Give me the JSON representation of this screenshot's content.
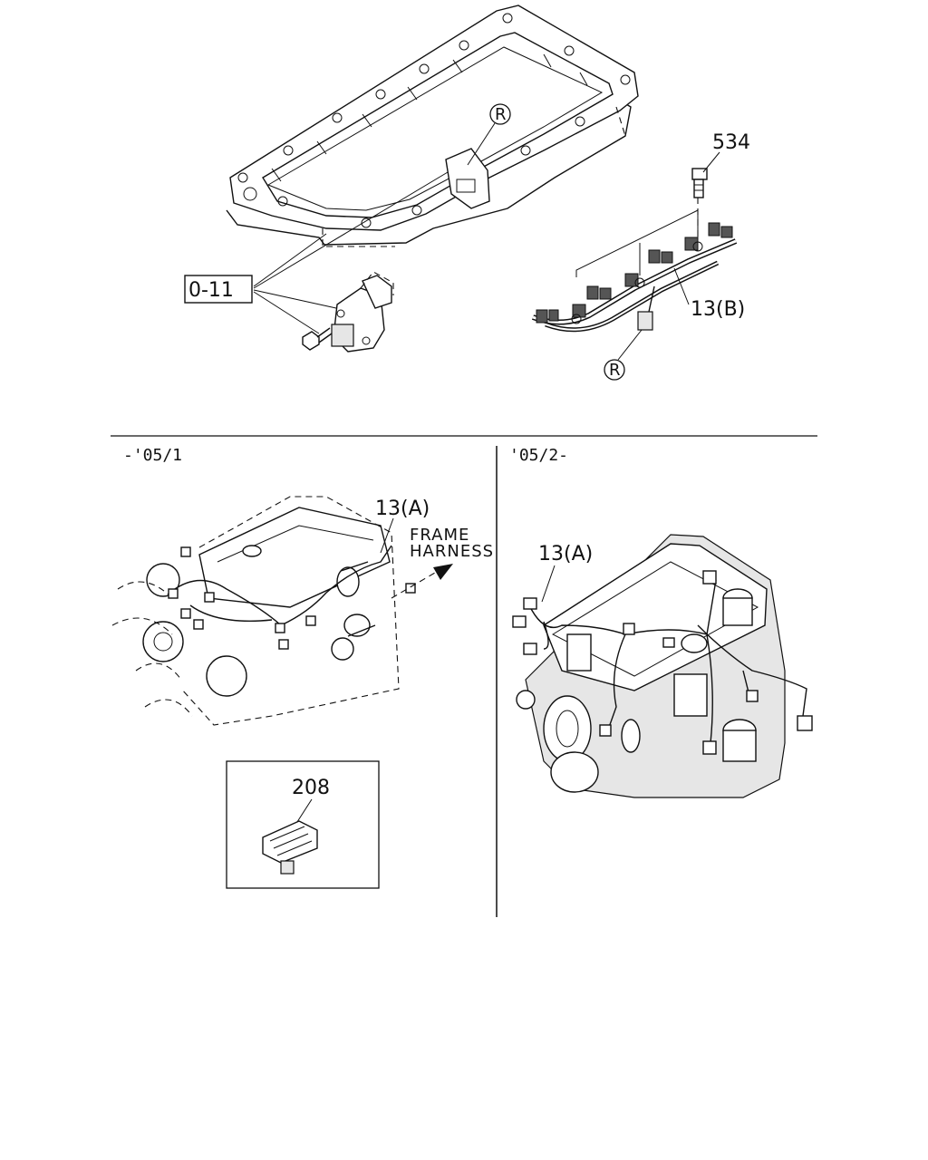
{
  "labels": {
    "part_0_11": "0-11",
    "ref_r_top": "R",
    "ref_r_harness": "R",
    "part_534": "534",
    "part_13b": "13(B)",
    "section_left_header": "-'05/1",
    "section_right_header": "'05/2-",
    "part_13a_left": "13(A)",
    "frame_harness_line1": "FRAME",
    "frame_harness_line2": "HARNESS",
    "part_13a_right": "13(A)",
    "part_208": "208"
  }
}
